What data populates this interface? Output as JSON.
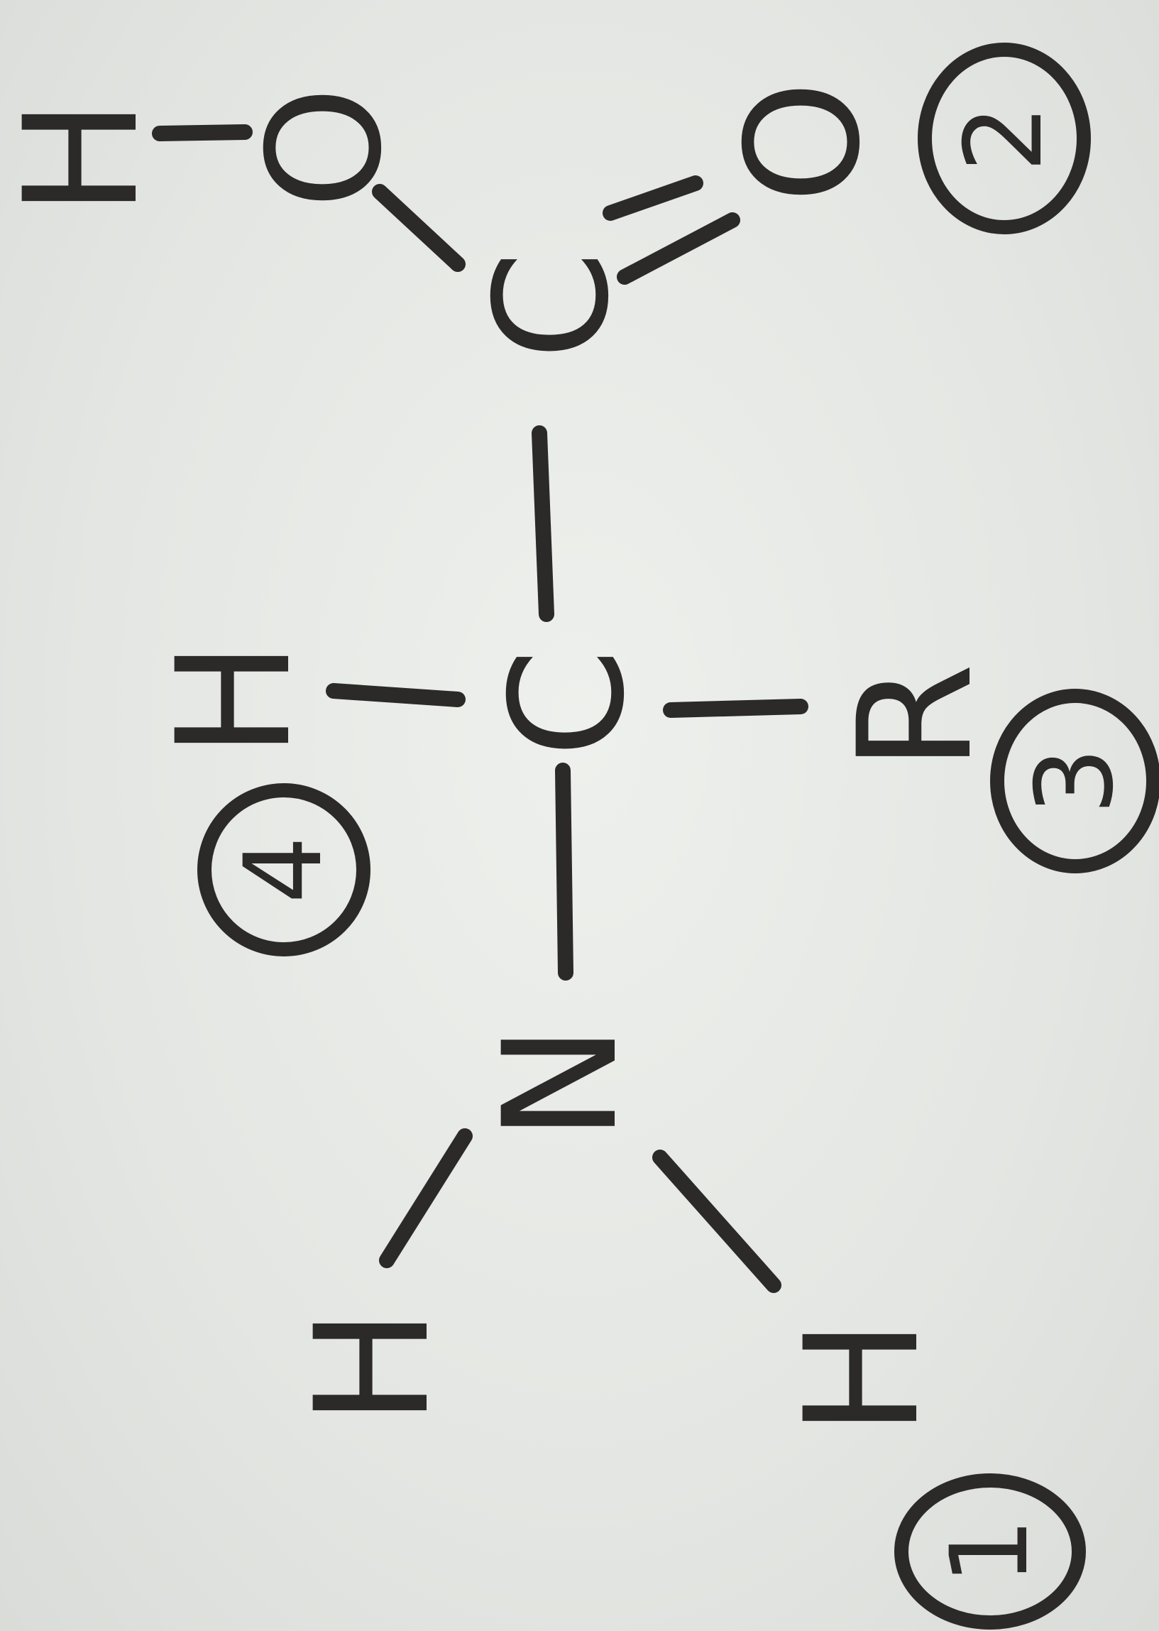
{
  "diagram": {
    "atoms": {
      "h_hydroxyl": "H",
      "o_hydroxyl": "O",
      "c_carboxyl": "C",
      "o_carbonyl": "O",
      "c_alpha": "C",
      "h_alpha": "H",
      "r_group": "R",
      "n_amino": "N",
      "h_amino_left": "H",
      "h_amino_right": "H"
    },
    "labels": {
      "one": "1",
      "two": "2",
      "three": "3",
      "four": "4"
    },
    "colors": {
      "ink": "#2b2a28",
      "board": "#e6e8e5"
    }
  }
}
